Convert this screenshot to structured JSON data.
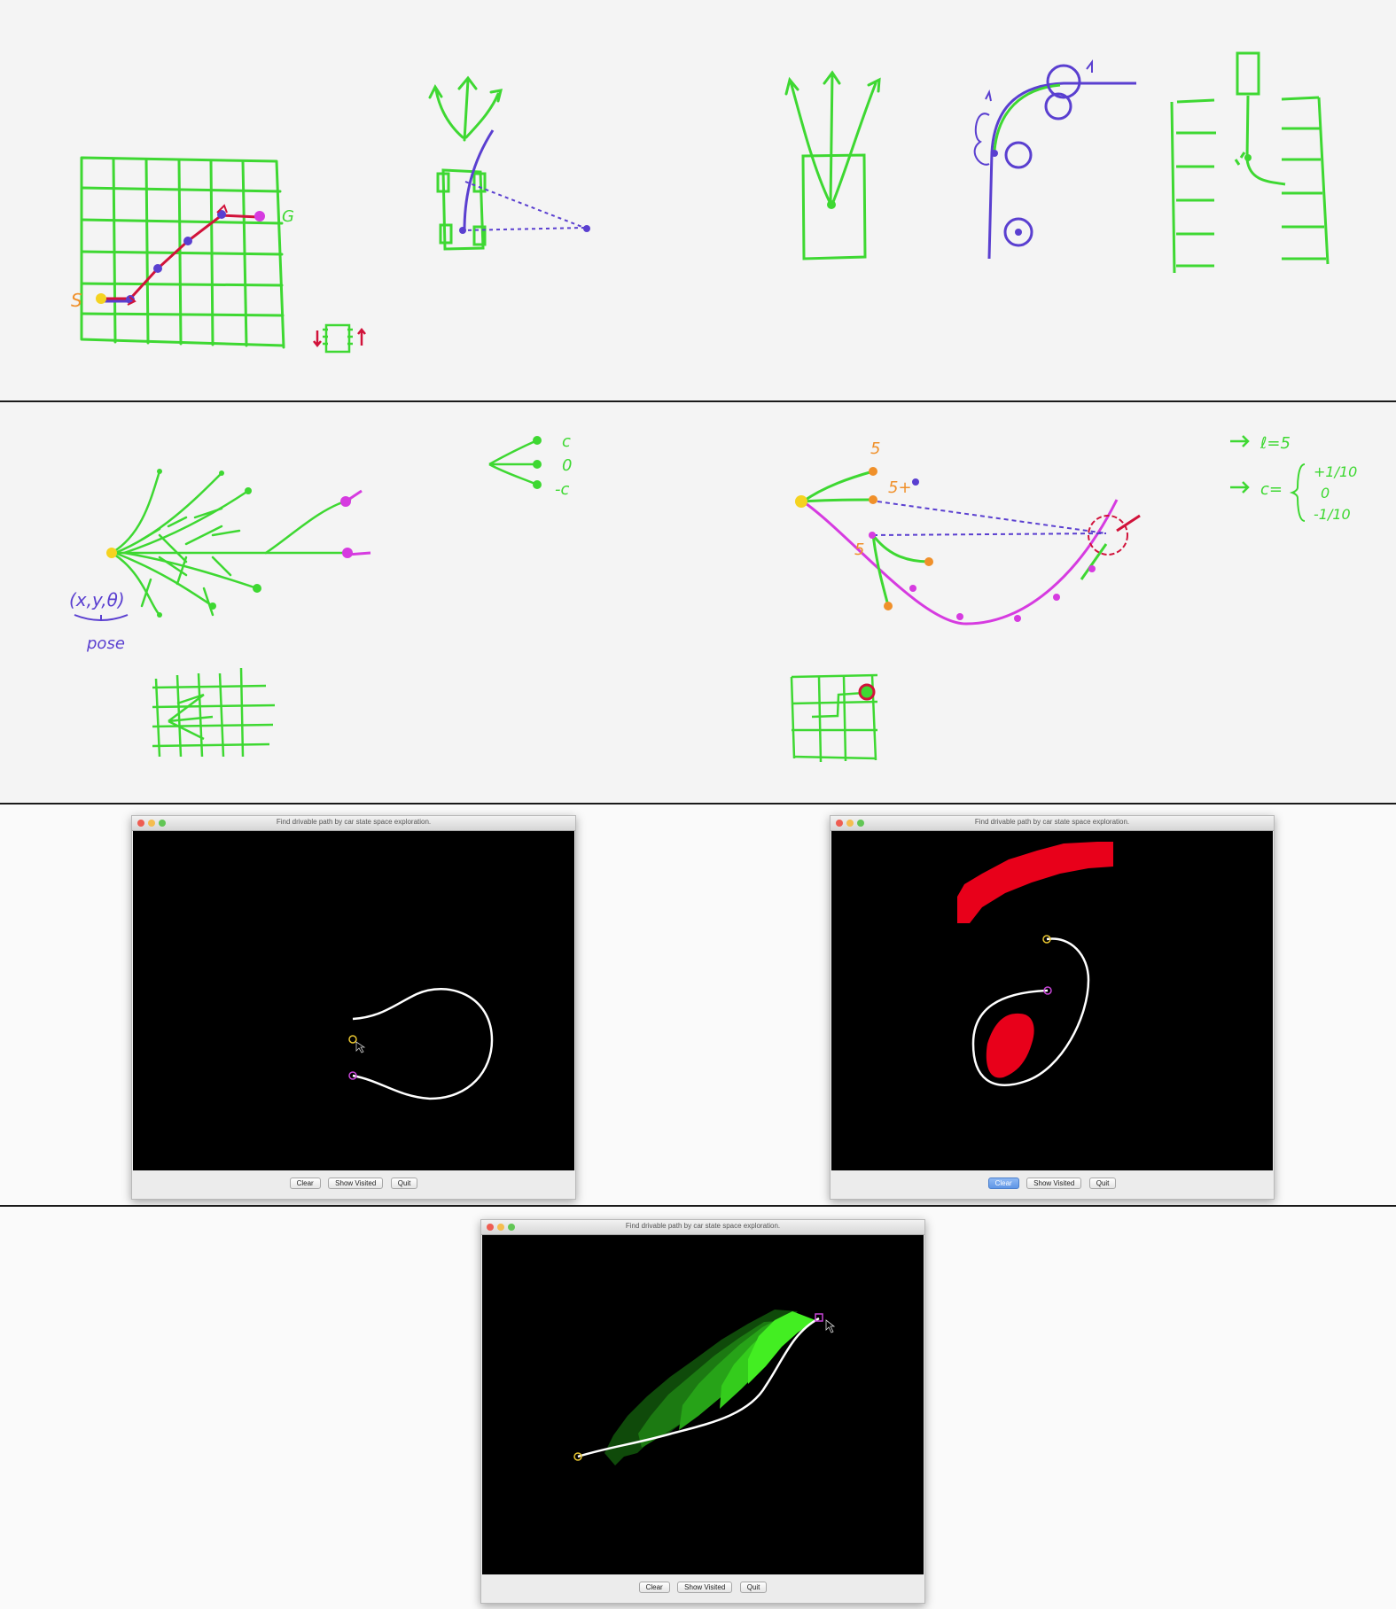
{
  "whiteboard": {
    "start_label": "S",
    "goal_label": "G",
    "pose_tuple": "(x,y,θ)",
    "pose_word": "pose",
    "curvature_labels": [
      "c",
      "0",
      "-c"
    ],
    "step_label": "5",
    "step_plus_label": "5+",
    "length_eq": "ℓ=5",
    "curvature_eq": "c=",
    "curvature_values": [
      "+1/10",
      "0",
      "-1/10"
    ]
  },
  "app_windows": [
    {
      "title": "Find drivable path by car state space exploration.",
      "buttons": {
        "clear": "Clear",
        "show_visited": "Show Visited",
        "quit": "Quit"
      }
    },
    {
      "title": "Find drivable path by car state space exploration.",
      "buttons": {
        "clear": "Clear",
        "show_visited": "Show Visited",
        "quit": "Quit"
      },
      "pressed_button": "clear"
    },
    {
      "title": "Find drivable path by car state space exploration.",
      "buttons": {
        "clear": "Clear",
        "show_visited": "Show Visited",
        "quit": "Quit"
      }
    }
  ],
  "colors": {
    "sketch_green": "#3ed832",
    "sketch_purple": "#5a3fd0",
    "sketch_magenta": "#d63be0",
    "sketch_red": "#d1123a",
    "sketch_orange": "#f0902a",
    "sketch_yellow": "#f5d320",
    "path_white": "#ffffff",
    "obstacle_red": "#e8001a",
    "visited_green": "#38e01e"
  }
}
